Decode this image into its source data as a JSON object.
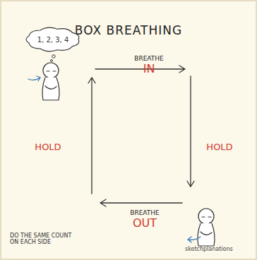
{
  "diagram": {
    "title": "BOX BREATHING",
    "nodes": [
      {
        "text": [
          "1, 2, 3, 4"
        ]
      }
    ],
    "labels": [
      "BREATHE",
      "IN",
      "HOLD",
      "HOLD",
      "BREATHE",
      "OUT",
      "DO THE SAME COUNT ON EACH SIDE",
      "sketchplanations"
    ]
  }
}
